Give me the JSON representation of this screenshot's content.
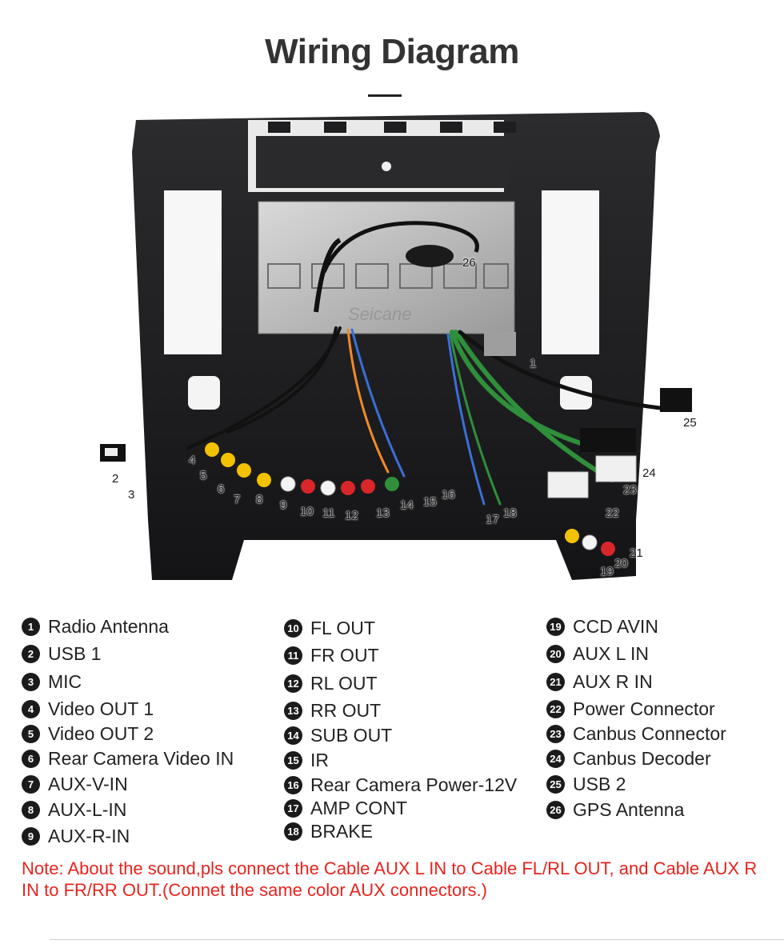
{
  "title": "Wiring Diagram",
  "watermark": "Seicane",
  "callouts": [
    "1",
    "2",
    "3",
    "4",
    "5",
    "6",
    "7",
    "8",
    "9",
    "10",
    "11",
    "12",
    "13",
    "14",
    "15",
    "16",
    "17",
    "18",
    "19",
    "20",
    "21",
    "22",
    "23",
    "24",
    "25",
    "26"
  ],
  "legend": [
    {
      "num": "1",
      "label": "Radio Antenna"
    },
    {
      "num": "2",
      "label": "USB 1"
    },
    {
      "num": "3",
      "label": "MIC"
    },
    {
      "num": "4",
      "label": "Video OUT 1"
    },
    {
      "num": "5",
      "label": "Video OUT 2"
    },
    {
      "num": "6",
      "label": "Rear Camera Video IN"
    },
    {
      "num": "7",
      "label": "AUX-V-IN"
    },
    {
      "num": "8",
      "label": "AUX-L-IN"
    },
    {
      "num": "9",
      "label": "AUX-R-IN"
    },
    {
      "num": "10",
      "label": "FL OUT"
    },
    {
      "num": "11",
      "label": "FR OUT"
    },
    {
      "num": "12",
      "label": "RL OUT"
    },
    {
      "num": "13",
      "label": "RR OUT"
    },
    {
      "num": "14",
      "label": "SUB OUT"
    },
    {
      "num": "15",
      "label": "IR"
    },
    {
      "num": "16",
      "label": "Rear Camera Power-12V"
    },
    {
      "num": "17",
      "label": "AMP CONT"
    },
    {
      "num": "18",
      "label": "BRAKE"
    },
    {
      "num": "19",
      "label": "CCD AVIN"
    },
    {
      "num": "20",
      "label": "AUX L IN"
    },
    {
      "num": "21",
      "label": "AUX R IN"
    },
    {
      "num": "22",
      "label": "Power Connector"
    },
    {
      "num": "23",
      "label": "Canbus Connector"
    },
    {
      "num": "24",
      "label": "Canbus Decoder"
    },
    {
      "num": "25",
      "label": "USB 2"
    },
    {
      "num": "26",
      "label": "GPS Antenna"
    }
  ],
  "note": "Note: About the sound,pls connect the Cable AUX L IN to Cable FL/RL OUT, and Cable AUX R IN to FR/RR OUT.(Connet the same color AUX connectors.)",
  "colors": {
    "note": "#e8231d",
    "badge": "#1b1b1b",
    "frame": "#1e1e20",
    "rca_yellow": "#f2c200",
    "rca_red": "#d8262b",
    "rca_white": "#f4f4f4",
    "wire_green": "#2f8f3a"
  }
}
